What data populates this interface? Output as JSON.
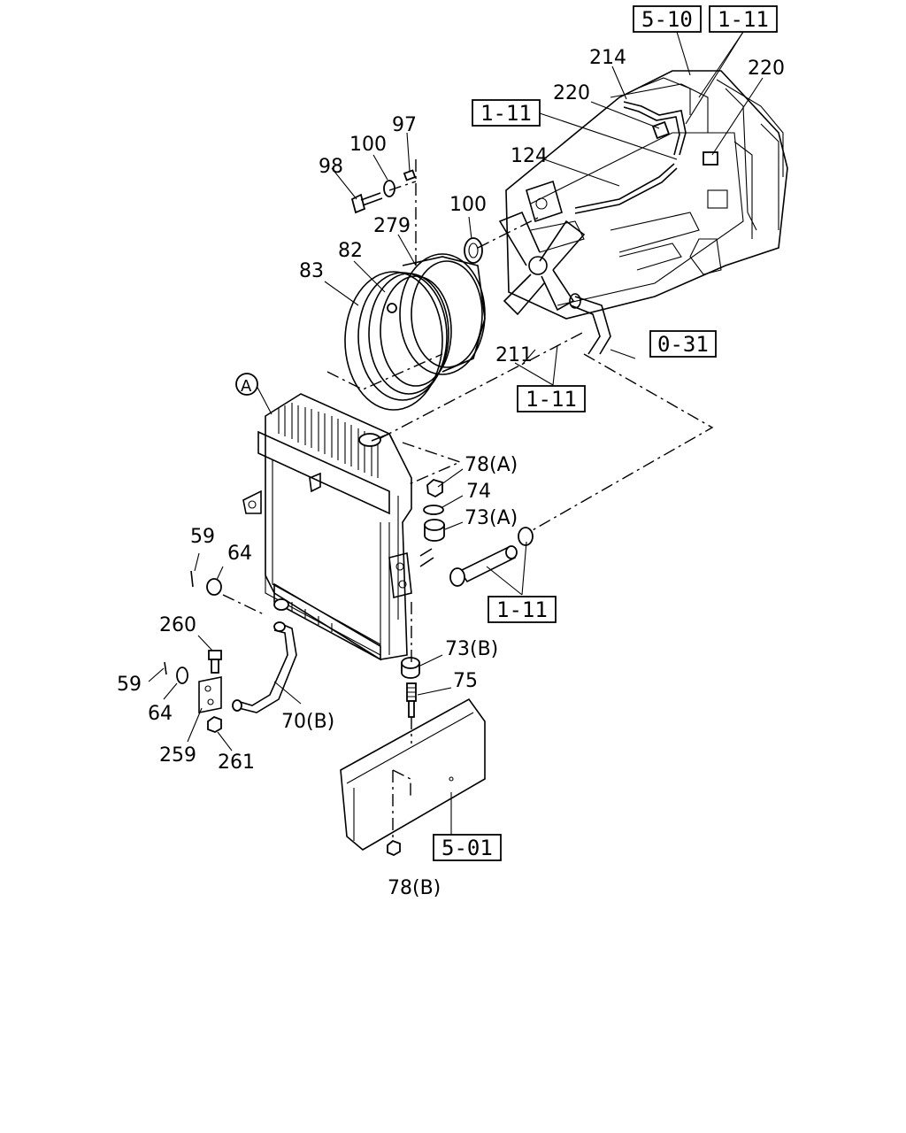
{
  "diagram": {
    "callouts": [
      {
        "id": "c214",
        "text": "214"
      },
      {
        "id": "c220a",
        "text": "220"
      },
      {
        "id": "c220b",
        "text": "220"
      },
      {
        "id": "c97",
        "text": "97"
      },
      {
        "id": "c100a",
        "text": "100"
      },
      {
        "id": "c98",
        "text": "98"
      },
      {
        "id": "c124",
        "text": "124"
      },
      {
        "id": "c279",
        "text": "279"
      },
      {
        "id": "c100b",
        "text": "100"
      },
      {
        "id": "c82",
        "text": "82"
      },
      {
        "id": "c83",
        "text": "83"
      },
      {
        "id": "c211",
        "text": "211"
      },
      {
        "id": "cA",
        "text": "A"
      },
      {
        "id": "c78a",
        "text": "78(A)"
      },
      {
        "id": "c74",
        "text": "74"
      },
      {
        "id": "c73a",
        "text": "73(A)"
      },
      {
        "id": "c59a",
        "text": "59"
      },
      {
        "id": "c64a",
        "text": "64"
      },
      {
        "id": "c260",
        "text": "260"
      },
      {
        "id": "c73b",
        "text": "73(B)"
      },
      {
        "id": "c59b",
        "text": "59"
      },
      {
        "id": "c75",
        "text": "75"
      },
      {
        "id": "c64b",
        "text": "64"
      },
      {
        "id": "c70b",
        "text": "70(B)"
      },
      {
        "id": "c259",
        "text": "259"
      },
      {
        "id": "c261",
        "text": "261"
      },
      {
        "id": "c78b",
        "text": "78(B)"
      }
    ],
    "ref_boxes": [
      {
        "id": "r510",
        "text": "5-10"
      },
      {
        "id": "r111a",
        "text": "1-11"
      },
      {
        "id": "r111b",
        "text": "1-11"
      },
      {
        "id": "r031",
        "text": "0-31"
      },
      {
        "id": "r111c",
        "text": "1-11"
      },
      {
        "id": "r111d",
        "text": "1-11"
      },
      {
        "id": "r501",
        "text": "5-01"
      }
    ]
  }
}
